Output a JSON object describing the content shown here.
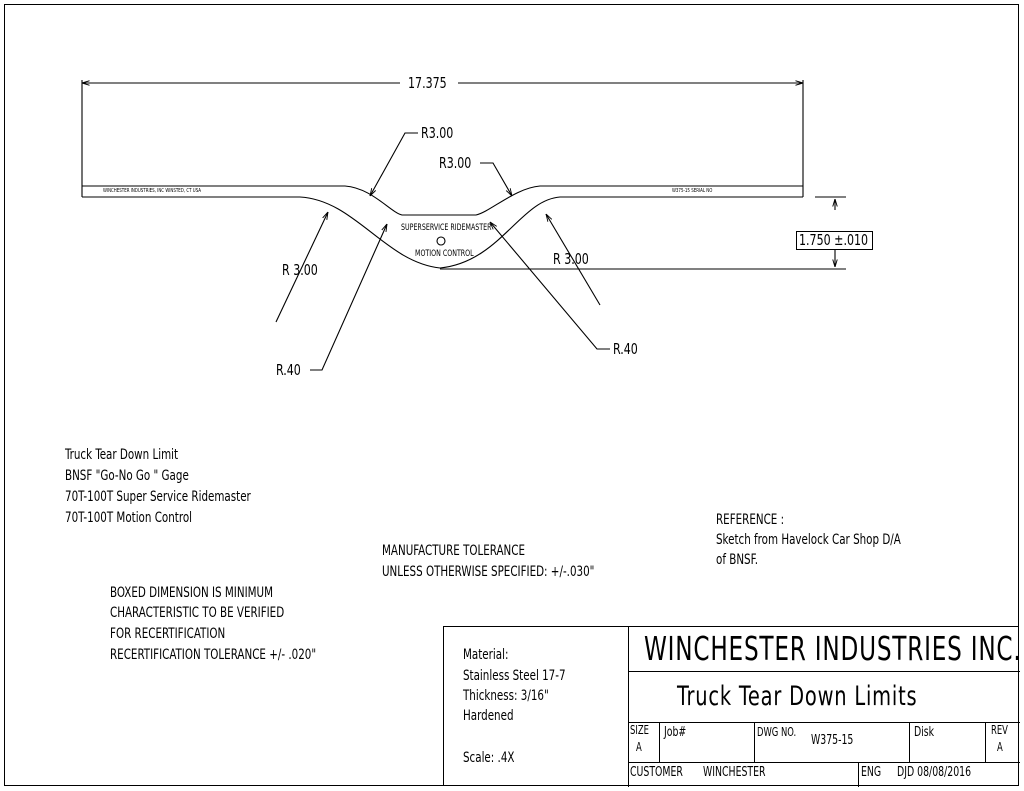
{
  "dimensions": {
    "overall_length": "17.375",
    "radius_top_left": "R3.00",
    "radius_top_right": "R3.00",
    "radius_bottom_left": "R 3.00",
    "radius_bottom_right": "R 3.00",
    "radius_small_left": "R.40",
    "radius_small_right": "R.40",
    "depth_boxed": "1.750 ±.010"
  },
  "part_markings": {
    "left_stamp": "WINCHESTER INDUSTRIES, INC  WINSTED, CT  USA",
    "right_stamp": "W375-15 SERIAL NO",
    "center_line1": "SUPERSERVICE RIDEMASTER",
    "center_line2": "MOTION CONTROL"
  },
  "notes": {
    "description": [
      "Truck Tear Down Limit",
      "BNSF \"Go-No Go \" Gage",
      "70T-100T Super Service Ridemaster",
      "70T-100T Motion Control"
    ],
    "reference": [
      "REFERENCE :",
      "Sketch from Havelock Car Shop D/A",
      "of BNSF."
    ],
    "tolerance": [
      "MANUFACTURE TOLERANCE",
      "UNLESS OTHERWISE SPECIFIED: +/-.030\""
    ],
    "boxed_note": [
      "BOXED DIMENSION IS MINIMUM",
      "CHARACTERISTIC TO BE VERIFIED",
      "FOR RECERTIFICATION",
      "RECERTIFICATION TOLERANCE +/- .020\""
    ]
  },
  "title_block": {
    "material_label": "Material:",
    "material_lines": [
      "Stainless Steel  17-7",
      "Thickness: 3/16\"",
      "Hardened"
    ],
    "scale": "Scale: .4X",
    "company": "WINCHESTER INDUSTRIES INC.",
    "title": "Truck Tear Down Limits",
    "size_label": "SIZE",
    "size_value": "A",
    "job_label": "Job#",
    "dwg_label": "DWG NO.",
    "dwg_value": "W375-15",
    "disk_label": "Disk",
    "rev_label": "REV",
    "rev_value": "A",
    "customer_label": "CUSTOMER",
    "customer_value": "WINCHESTER",
    "eng_label": "ENG",
    "eng_value": "DJD 08/08/2016"
  }
}
